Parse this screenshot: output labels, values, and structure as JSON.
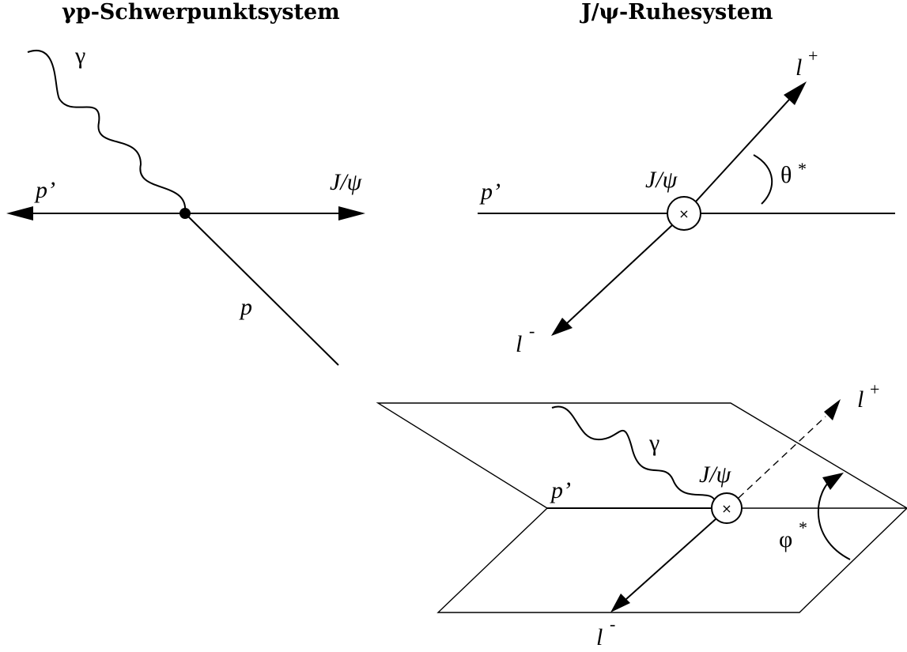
{
  "titles": {
    "left": "γp-Schwerpunktsystem",
    "right": "J/ψ-Ruhesystem"
  },
  "cms_frame": {
    "photon": "γ",
    "proton_out": "p’",
    "jpsi": "J/ψ",
    "proton_in": "p"
  },
  "rest_frame": {
    "lepton_plus": "l",
    "lepton_plus_charge": "+",
    "theta": "θ",
    "theta_star": "*",
    "proton_out": "p’",
    "jpsi": "J/ψ",
    "lepton_minus": "l",
    "lepton_minus_charge": "-",
    "cross_symbol": "×"
  },
  "planes_diagram": {
    "lepton_plus": "l",
    "lepton_plus_charge": "+",
    "photon": "γ",
    "jpsi": "J/ψ",
    "proton_out": "p’",
    "phi": "φ",
    "phi_star": "*",
    "lepton_minus": "l",
    "lepton_minus_charge": "-",
    "cross_symbol": "×"
  }
}
